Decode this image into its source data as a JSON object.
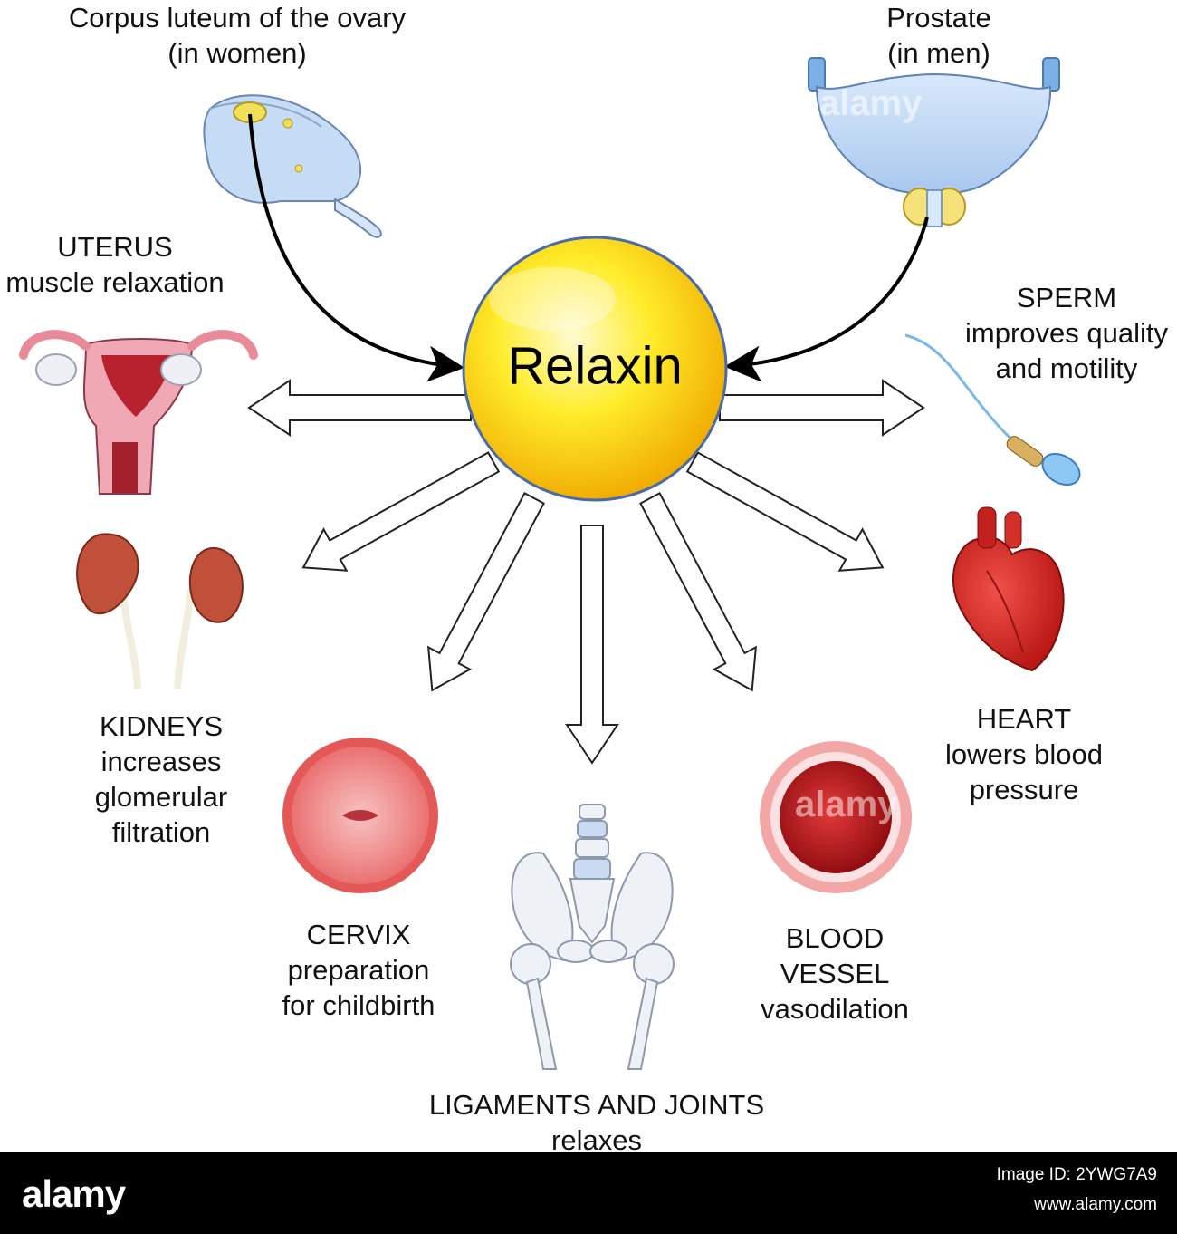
{
  "center": {
    "label": "Relaxin"
  },
  "sources": {
    "ovary": {
      "line1": "Corpus luteum of the ovary",
      "line2": "(in women)"
    },
    "prostate": {
      "line1": "Prostate",
      "line2": "(in men)"
    }
  },
  "targets": {
    "uterus": {
      "line1": "UTERUS",
      "line2": "muscle relaxation"
    },
    "sperm": {
      "line1": "SPERM",
      "line2": "improves quality",
      "line3": "and motility"
    },
    "kidneys": {
      "line1": "KIDNEYS",
      "line2": "increases",
      "line3": "glomerular",
      "line4": "filtration"
    },
    "heart": {
      "line1": "HEART",
      "line2": "lowers blood",
      "line3": "pressure"
    },
    "cervix": {
      "line1": "CERVIX",
      "line2": "preparation",
      "line3": "for childbirth"
    },
    "vessel": {
      "line1": "BLOOD",
      "line2": "VESSEL",
      "line3": "vasodilation"
    },
    "ligaments": {
      "line1": "LIGAMENTS AND JOINTS",
      "line2": "relaxes"
    }
  },
  "watermark": {
    "text": "alamy"
  },
  "footer": {
    "logo": "alamy",
    "image_id": "Image ID: 2YWG7A9",
    "url": "www.alamy.com"
  },
  "colors": {
    "sphere_center": "#fff7a8",
    "sphere_mid": "#ffe61a",
    "sphere_edge": "#f5b800",
    "sphere_border": "#4a6aa8",
    "organ_blue": "#bcd6f2",
    "kidney": "#c0503a",
    "heart": "#d7231f",
    "cervix_pink": "#f27a7a",
    "vessel_red": "#c8151b",
    "bone": "#eef2f7"
  }
}
